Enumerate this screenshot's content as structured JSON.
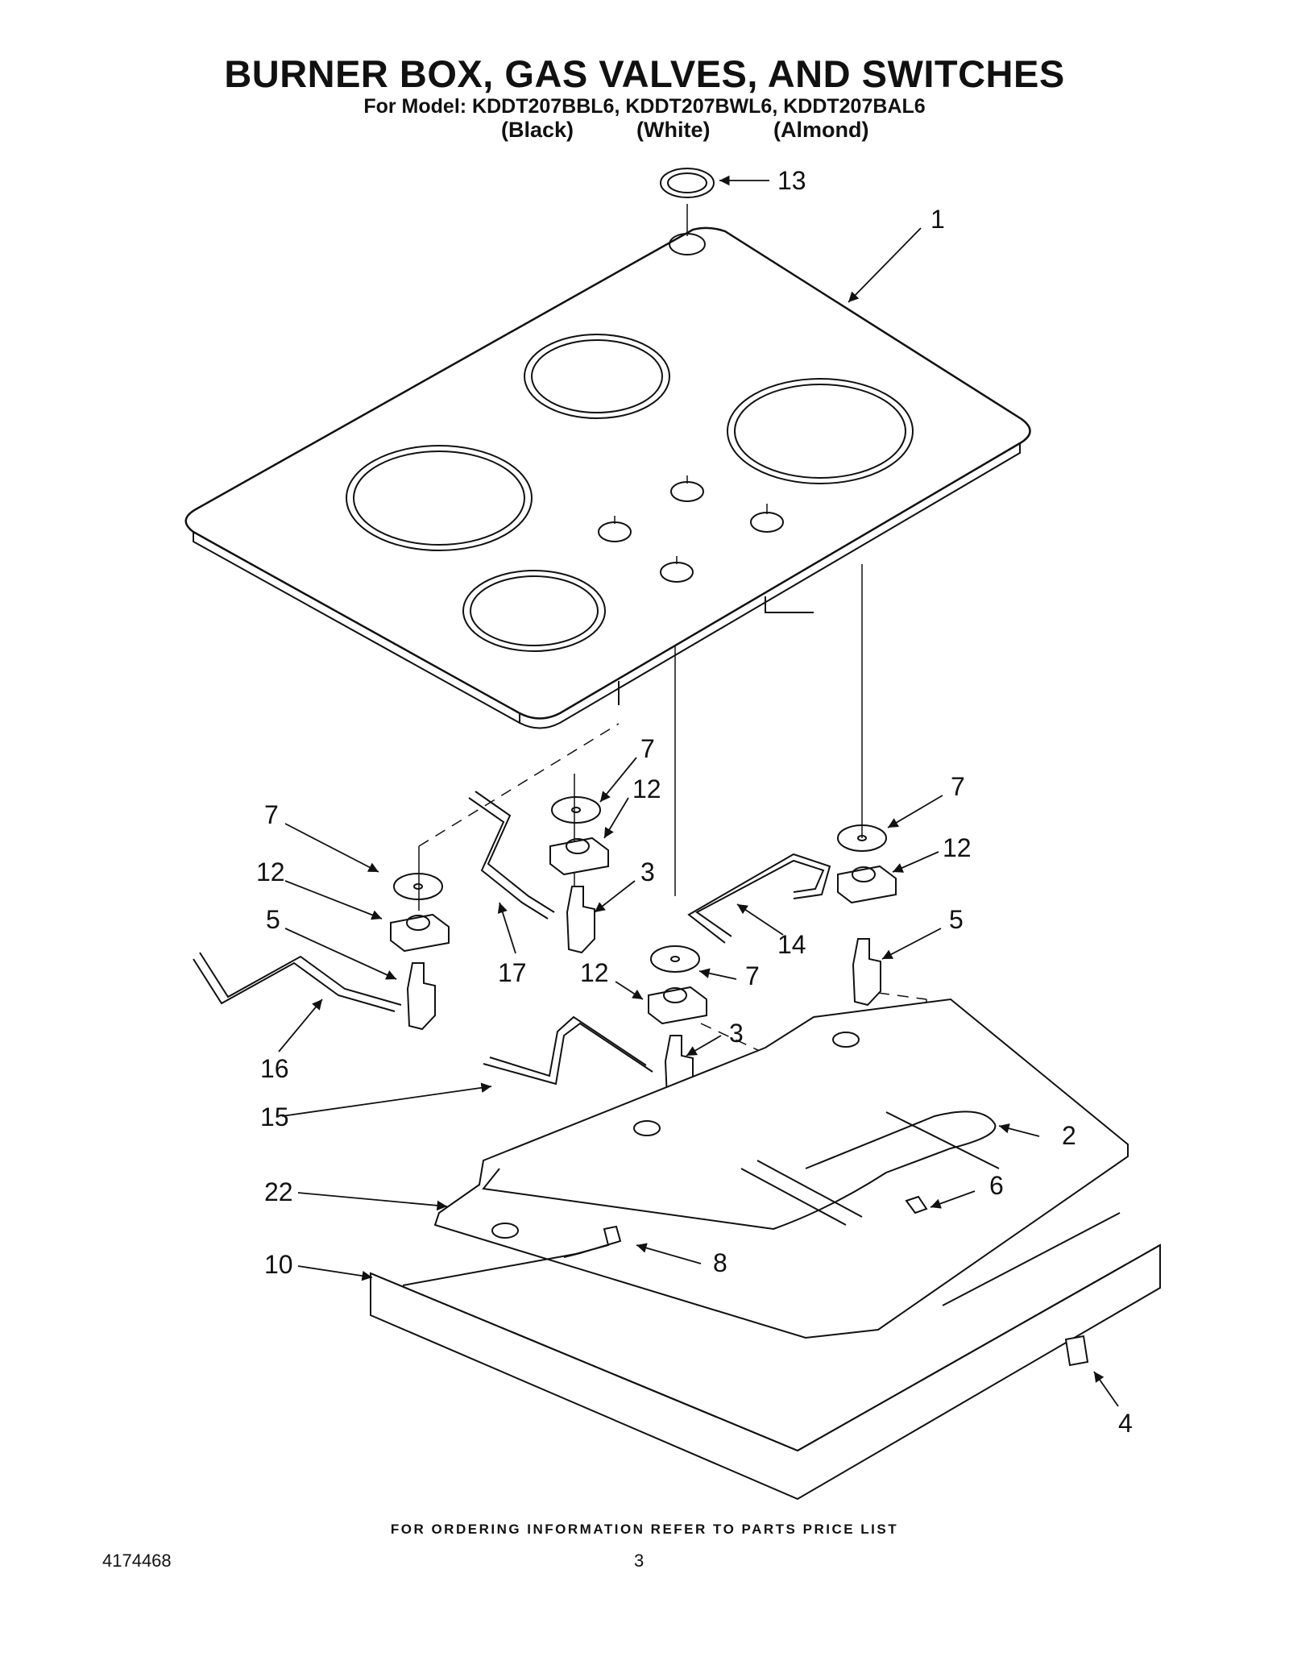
{
  "header": {
    "title": "BURNER BOX, GAS VALVES, AND SWITCHES",
    "subtitle": "For Model: KDDT207BBL6, KDDT207BWL6, KDDT207BAL6",
    "variants": [
      "(Black)",
      "(White)",
      "(Almond)"
    ]
  },
  "callouts": {
    "c1": "1",
    "c2": "2",
    "c3a": "3",
    "c3b": "3",
    "c4": "4",
    "c5a": "5",
    "c5b": "5",
    "c6": "6",
    "c7a": "7",
    "c7b": "7",
    "c7c": "7",
    "c7d": "7",
    "c8": "8",
    "c10": "10",
    "c12a": "12",
    "c12b": "12",
    "c12c": "12",
    "c12d": "12",
    "c13": "13",
    "c14": "14",
    "c15": "15",
    "c16": "16",
    "c17": "17",
    "c22": "22"
  },
  "footer": {
    "note": "FOR ORDERING INFORMATION REFER TO PARTS PRICE LIST",
    "doc_number": "4174468",
    "page_number": "3"
  }
}
